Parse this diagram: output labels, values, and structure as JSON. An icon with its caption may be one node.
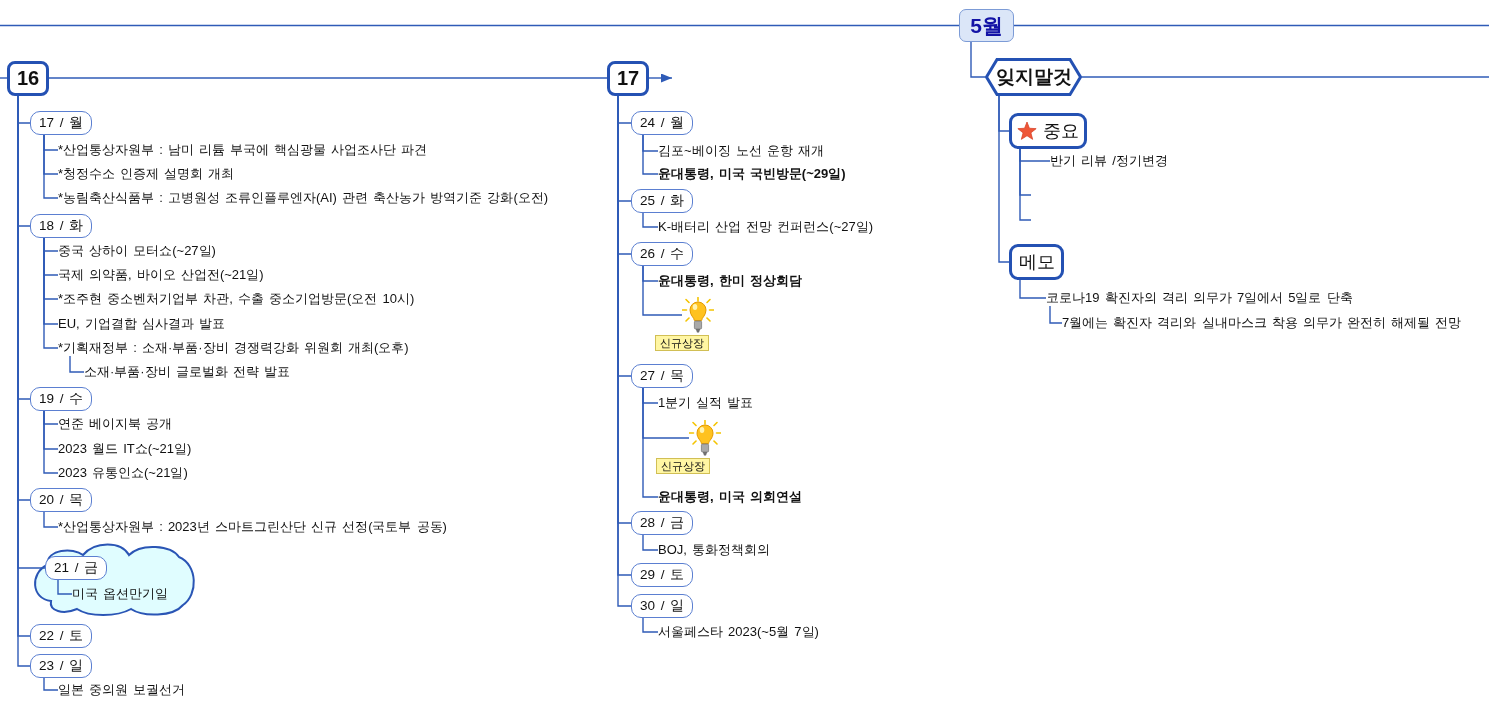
{
  "diagram": {
    "nodes": [
      {
        "text": [
          "5월"
        ]
      },
      {
        "text": [
          "16"
        ]
      },
      {
        "text": [
          "17 / 월"
        ]
      },
      {
        "text": [
          "*산업통상자원부 : 남미 리튬 부국에 핵심광물 사업조사단 파견"
        ]
      },
      {
        "text": [
          "*청정수소 인증제 설명회 개최"
        ]
      },
      {
        "text": [
          "*농림축산식품부 : 고병원성 조류인플루엔자(AI) 관련 축산농가 방역기준 강화(오전)"
        ]
      },
      {
        "text": [
          "18 / 화"
        ]
      },
      {
        "text": [
          "중국 상하이 모터쇼(~27일)"
        ]
      },
      {
        "text": [
          "국제 의약품, 바이오 산업전(~21일)"
        ]
      },
      {
        "text": [
          "*조주현 중소벤처기업부 차관, 수출 중소기업방문(오전 10시)"
        ]
      },
      {
        "text": [
          "EU, 기업결합 심사결과 발표"
        ]
      },
      {
        "text": [
          "*기획재정부 : 소재·부품·장비 경쟁력강화 위원회 개최(오후)"
        ]
      },
      {
        "text": [
          "소재·부품·장비 글로벌화 전략 발표"
        ]
      },
      {
        "text": [
          "19 / 수"
        ]
      },
      {
        "text": [
          "연준 베이지북 공개"
        ]
      },
      {
        "text": [
          "2023 월드 IT쇼(~21일)"
        ]
      },
      {
        "text": [
          "2023 유통인쇼(~21일)"
        ]
      },
      {
        "text": [
          "20 / 목"
        ]
      },
      {
        "text": [
          "*산업통상자원부 : 2023년 스마트그린산단 신규 선정(국토부 공동)"
        ]
      },
      {
        "text": [],
        "shape": "cloud"
      },
      {
        "text": [
          "21 / 금"
        ],
        "in": 19
      },
      {
        "text": [
          "미국 옵션만기일"
        ],
        "in": 19
      },
      {
        "text": [
          "22 / 토"
        ]
      },
      {
        "text": [
          "23 / 일"
        ]
      },
      {
        "text": [
          "일본 중의원 보궐선거"
        ]
      },
      {
        "text": [
          "17"
        ]
      },
      {
        "text": [
          "24 / 월"
        ]
      },
      {
        "text": [
          "김포~베이징 노선 운항 재개"
        ]
      },
      {
        "text": [
          "윤대통령, 미국 국빈방문(~29일)"
        ]
      },
      {
        "text": [
          "25 / 화"
        ]
      },
      {
        "text": [
          "K-배터리 산업 전망 컨퍼런스(~27일)"
        ]
      },
      {
        "text": [
          "26 / 수"
        ]
      },
      {
        "text": [
          "윤대통령, 한미 정상회담"
        ]
      },
      {
        "text": [],
        "shape": "picture",
        "beside": [
          "신규상장"
        ]
      },
      {
        "text": [
          "27 / 목"
        ]
      },
      {
        "text": [
          "1분기 실적 발표"
        ]
      },
      {
        "text": [],
        "shape": "picture",
        "beside": [
          "신규상장"
        ]
      },
      {
        "text": [
          "윤대통령, 미국 의회연설"
        ]
      },
      {
        "text": [
          "28 / 금"
        ]
      },
      {
        "text": [
          "BOJ, 통화정책회의"
        ]
      },
      {
        "text": [
          "29 / 토"
        ]
      },
      {
        "text": [
          "30 / 일"
        ]
      },
      {
        "text": [
          "서울페스타 2023(~5월 7일)"
        ]
      },
      {
        "text": [
          "잊지말것"
        ]
      },
      {
        "text": [
          "중요"
        ]
      },
      {
        "text": [
          "반기 리뷰 /정기변경"
        ]
      },
      {
        "text": [
          "메모"
        ]
      },
      {
        "text": [
          "코로나19 확진자의 격리 의무가 7일에서 5일로 단축"
        ]
      },
      {
        "text": [
          "7월에는 확진자 격리와 실내마스크 착용 의무가 완전히 해제될 전망"
        ]
      }
    ],
    "edges": [
      {
        "from": null,
        "to": 0,
        "arrow": "none"
      },
      {
        "from": 0,
        "to": null,
        "arrow": "none"
      },
      {
        "from": 0,
        "to": 43,
        "arrow": "none"
      },
      {
        "from": 43,
        "to": null,
        "arrow": "none"
      },
      {
        "from": null,
        "to": 1,
        "arrow": "none"
      },
      {
        "from": 1,
        "to": 25,
        "arrow": "none"
      },
      {
        "from": 25,
        "to": null,
        "arrow": "to"
      },
      {
        "from": 1,
        "to": 2,
        "arrow": "none"
      },
      {
        "from": 2,
        "to": 3,
        "arrow": "none"
      },
      {
        "from": 2,
        "to": 4,
        "arrow": "none"
      },
      {
        "from": 2,
        "to": 5,
        "arrow": "none"
      },
      {
        "from": 1,
        "to": 6,
        "arrow": "none"
      },
      {
        "from": 6,
        "to": 7,
        "arrow": "none"
      },
      {
        "from": 6,
        "to": 8,
        "arrow": "none"
      },
      {
        "from": 6,
        "to": 9,
        "arrow": "none"
      },
      {
        "from": 6,
        "to": 10,
        "arrow": "none"
      },
      {
        "from": 6,
        "to": 11,
        "arrow": "none"
      },
      {
        "from": 11,
        "to": 12,
        "arrow": "none"
      },
      {
        "from": 1,
        "to": 13,
        "arrow": "none"
      },
      {
        "from": 13,
        "to": 14,
        "arrow": "none"
      },
      {
        "from": 13,
        "to": 15,
        "arrow": "none"
      },
      {
        "from": 13,
        "to": 16,
        "arrow": "none"
      },
      {
        "from": 1,
        "to": 17,
        "arrow": "none"
      },
      {
        "from": 17,
        "to": 18,
        "arrow": "none"
      },
      {
        "from": 1,
        "to": 20,
        "arrow": "none"
      },
      {
        "from": 20,
        "to": 21,
        "arrow": "none"
      },
      {
        "from": 1,
        "to": 22,
        "arrow": "none"
      },
      {
        "from": 1,
        "to": 23,
        "arrow": "none"
      },
      {
        "from": 23,
        "to": 24,
        "arrow": "none"
      },
      {
        "from": 25,
        "to": 26,
        "arrow": "none"
      },
      {
        "from": 26,
        "to": 27,
        "arrow": "none"
      },
      {
        "from": 26,
        "to": 28,
        "arrow": "none"
      },
      {
        "from": 25,
        "to": 29,
        "arrow": "none"
      },
      {
        "from": 29,
        "to": 30,
        "arrow": "none"
      },
      {
        "from": 25,
        "to": 31,
        "arrow": "none"
      },
      {
        "from": 31,
        "to": 32,
        "arrow": "none"
      },
      {
        "from": 31,
        "to": 33,
        "arrow": "none"
      },
      {
        "from": 25,
        "to": 34,
        "arrow": "none"
      },
      {
        "from": 34,
        "to": 35,
        "arrow": "none"
      },
      {
        "from": 34,
        "to": 36,
        "arrow": "none"
      },
      {
        "from": 34,
        "to": 37,
        "arrow": "none"
      },
      {
        "from": 25,
        "to": 38,
        "arrow": "none"
      },
      {
        "from": 38,
        "to": 39,
        "arrow": "none"
      },
      {
        "from": 25,
        "to": 40,
        "arrow": "none"
      },
      {
        "from": 25,
        "to": 41,
        "arrow": "none"
      },
      {
        "from": 41,
        "to": 42,
        "arrow": "none"
      },
      {
        "from": 43,
        "to": 44,
        "arrow": "none"
      },
      {
        "from": 44,
        "to": 45,
        "arrow": "none"
      },
      {
        "from": 44,
        "to": null,
        "arrow": "none"
      },
      {
        "from": 44,
        "to": null,
        "arrow": "none"
      },
      {
        "from": 43,
        "to": 46,
        "arrow": "none"
      },
      {
        "from": 46,
        "to": 47,
        "arrow": "none"
      },
      {
        "from": 47,
        "to": 48,
        "arrow": "none"
      }
    ]
  }
}
